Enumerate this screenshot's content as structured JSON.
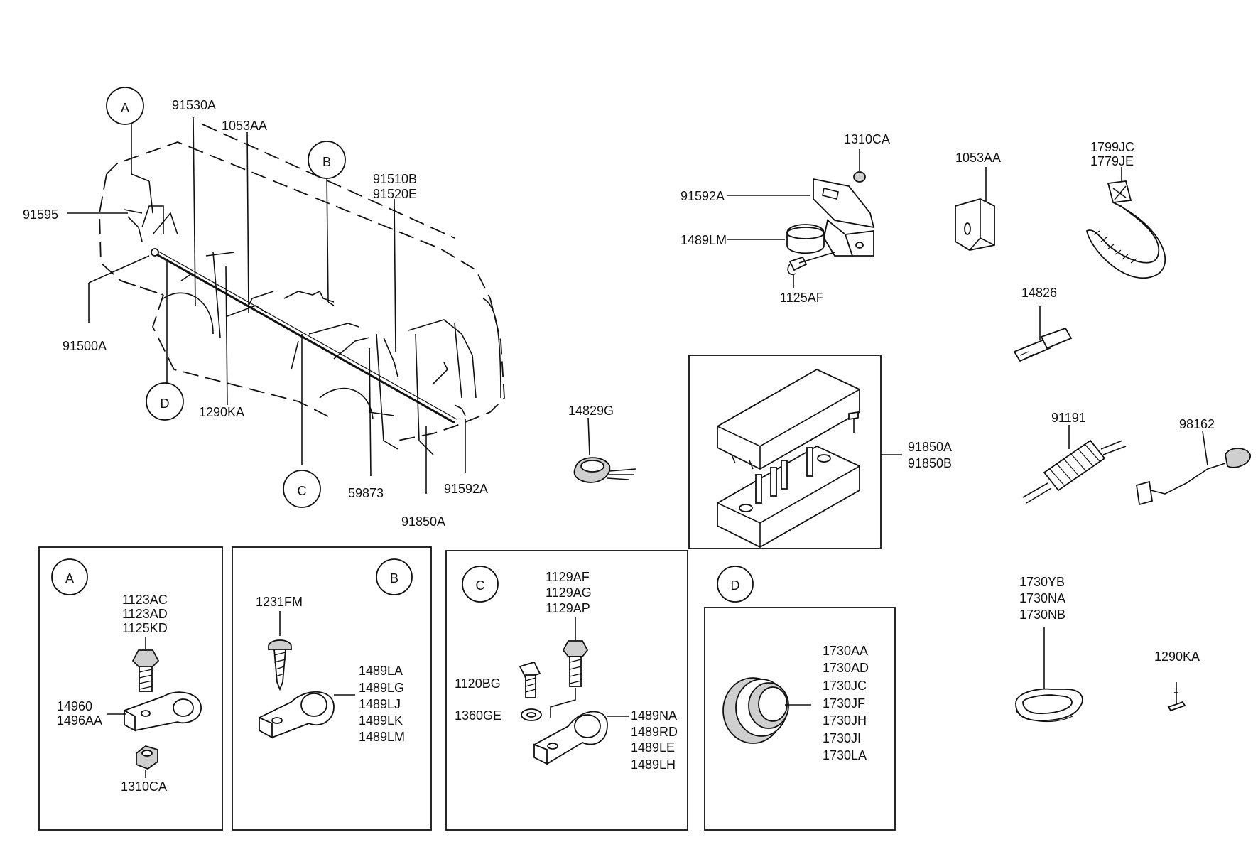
{
  "circles": {
    "a": "A",
    "b": "B",
    "c": "C",
    "d": "D",
    "a_inset": "A",
    "b_inset": "B",
    "c_inset": "C",
    "d_inset": "D"
  },
  "main": {
    "p91595": "91595",
    "p91530a": "91530A",
    "p1053aa": "1053AA",
    "p91510b": "91510B",
    "p91520e": "91520E",
    "p91500a": "91500A",
    "p1290ka": "1290KA",
    "p59873": "59873",
    "p91850a": "91850A",
    "p91592a": "91592A"
  },
  "parts": {
    "p1310ca": "1310CA",
    "p91592a": "91592A",
    "p1489lm": "1489LM",
    "p1125af": "1125AF",
    "p1053aa": "1053AA",
    "tie": [
      "1799JC",
      "1779JE"
    ],
    "p14826": "14826",
    "p14829g": "14829G",
    "fuse_box": [
      "91850A",
      "91850B"
    ],
    "p91191": "91191",
    "p98162": "98162",
    "seal": [
      "1730YB",
      "1730NA",
      "1730NB"
    ],
    "p1290ka": "1290KA"
  },
  "inset_a": {
    "bolts": [
      "1123AC",
      "1123AD",
      "1125KD"
    ],
    "clamps": [
      "14960",
      "1496AA"
    ],
    "nut": "1310CA"
  },
  "inset_b": {
    "screw": "1231FM",
    "clamps": [
      "1489LA",
      "1489LG",
      "1489LJ",
      "1489LK",
      "1489LM"
    ]
  },
  "inset_c": {
    "bolts": [
      "1129AF",
      "1129AG",
      "1129AP"
    ],
    "bolt2": "1120BG",
    "washer": "1360GE",
    "clamps": [
      "1489NA",
      "1489RD",
      "1489LE",
      "1489LH"
    ]
  },
  "inset_d": {
    "grommets": [
      "1730AA",
      "1730AD",
      "1730JC",
      "1730JF",
      "1730JH",
      "1730JI",
      "1730LA"
    ]
  }
}
